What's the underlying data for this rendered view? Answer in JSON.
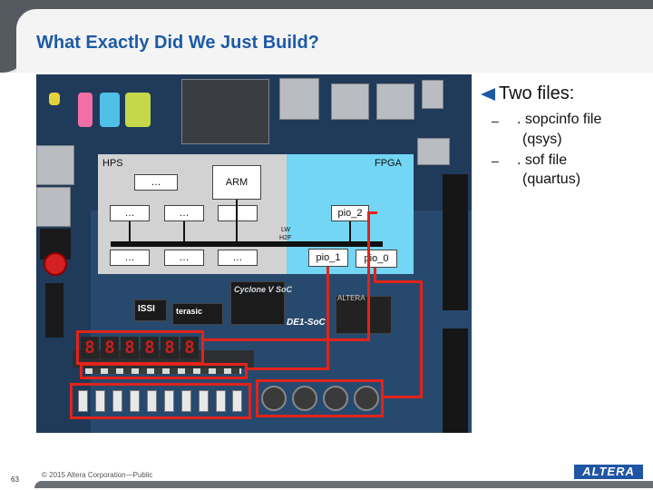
{
  "slide": {
    "title": "What Exactly Did We Just Build?",
    "page_number": "63",
    "copyright": "© 2015 Altera Corporation—Public",
    "logo_text": "ALTERA"
  },
  "diagram": {
    "hps_label": "HPS",
    "fpga_label": "FPGA",
    "arm_label": "ARM",
    "ellipsis": "…",
    "lw_h2f_line1": "LW",
    "lw_h2f_line2": "H2F",
    "pio_2": "pio_2",
    "pio_1": "pio_1",
    "pio_0": "pio_0"
  },
  "board": {
    "seven_segment": [
      "8",
      "8",
      "8",
      "8",
      "8",
      "8"
    ],
    "silkscreen": {
      "cyclone": "Cyclone V SoC",
      "terasic": "terasic",
      "issi": "ISSI",
      "model": "DE1-SoC",
      "chip": "ALTERA"
    }
  },
  "bullets": {
    "main": "Two files:",
    "items": [
      {
        "line1": ". sopcinfo file",
        "line2": "(qsys)"
      },
      {
        "line1": ". sof file",
        "line2": "(quartus)"
      }
    ],
    "dash": "–"
  },
  "colors": {
    "title": "#1d5aa6",
    "hps": "#d2d2d2",
    "fpga": "#73d6f4",
    "highlight": "#e2231a",
    "seven_seg": "#c81e1e"
  }
}
